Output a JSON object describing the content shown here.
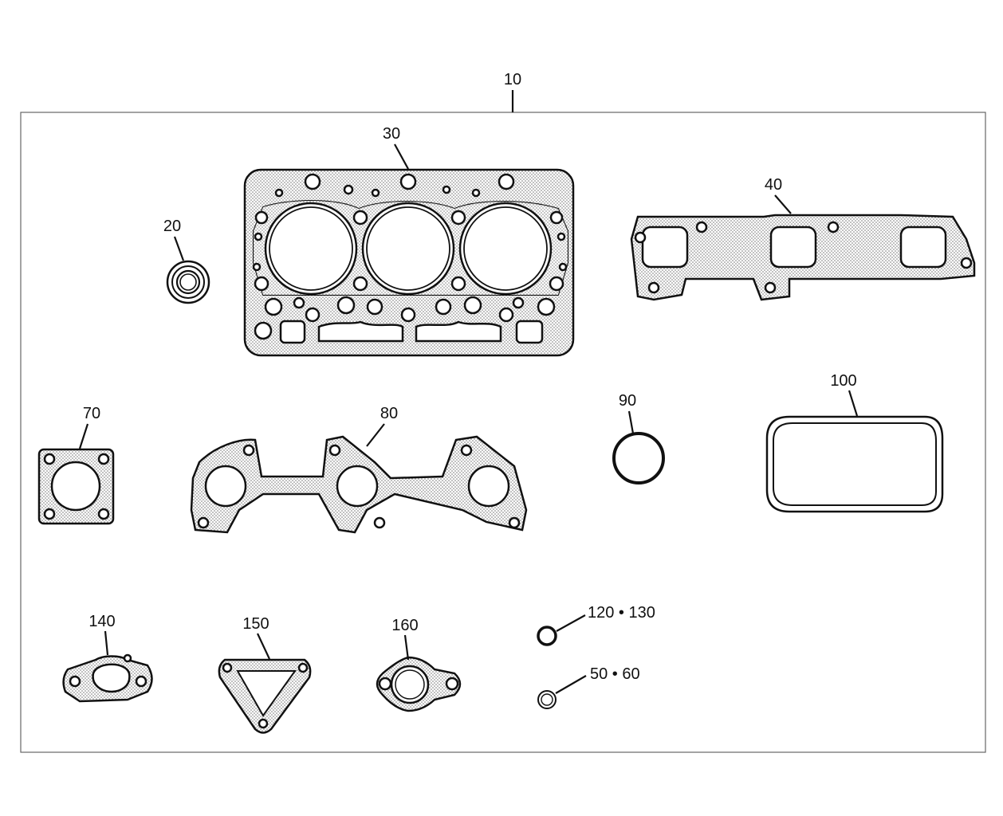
{
  "diagram": {
    "callouts": {
      "kit": "10",
      "seal_20": "20",
      "head_gasket": "30",
      "exhaust_gasket": "40",
      "flange_70": "70",
      "intake_gasket": "80",
      "oring_90": "90",
      "cover_gasket_100": "100",
      "gasket_140": "140",
      "gasket_150": "150",
      "gasket_160": "160",
      "ring_120_130": "120 • 130",
      "ring_50_60": "50 • 60"
    },
    "colors": {
      "line": "#111111",
      "background": "#ffffff",
      "gasket_fill_dots": "#777777"
    }
  }
}
